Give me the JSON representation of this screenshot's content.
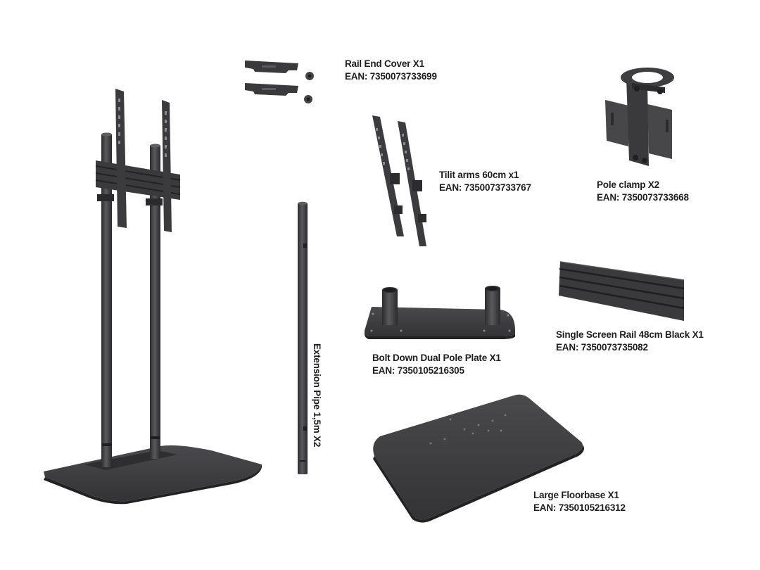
{
  "parts": {
    "rail_end_cover": {
      "name": "Rail End Cover X1",
      "ean": "EAN: 7350073733699"
    },
    "tilt_arms": {
      "name": "Tilit arms 60cm x1",
      "ean": "EAN: 7350073733767"
    },
    "pole_clamp": {
      "name": "Pole clamp X2",
      "ean": "EAN: 7350073733668"
    },
    "extension_pipe": {
      "name": "Extension Pipe 1,5m  X2"
    },
    "screen_rail": {
      "name": "Single Screen Rail 48cm Black X1",
      "ean": "EAN: 7350073735082"
    },
    "bolt_down_plate": {
      "name": "Bolt Down Dual Pole Plate X1",
      "ean": "EAN: 7350105216305"
    },
    "large_floorbase": {
      "name": "Large Floorbase X1",
      "ean": "EAN: 7350105216312"
    }
  },
  "colors": {
    "metal": "#3c3c3e",
    "metal_light": "#58585b",
    "metal_dark": "#262628",
    "text": "#1e1e1e"
  }
}
